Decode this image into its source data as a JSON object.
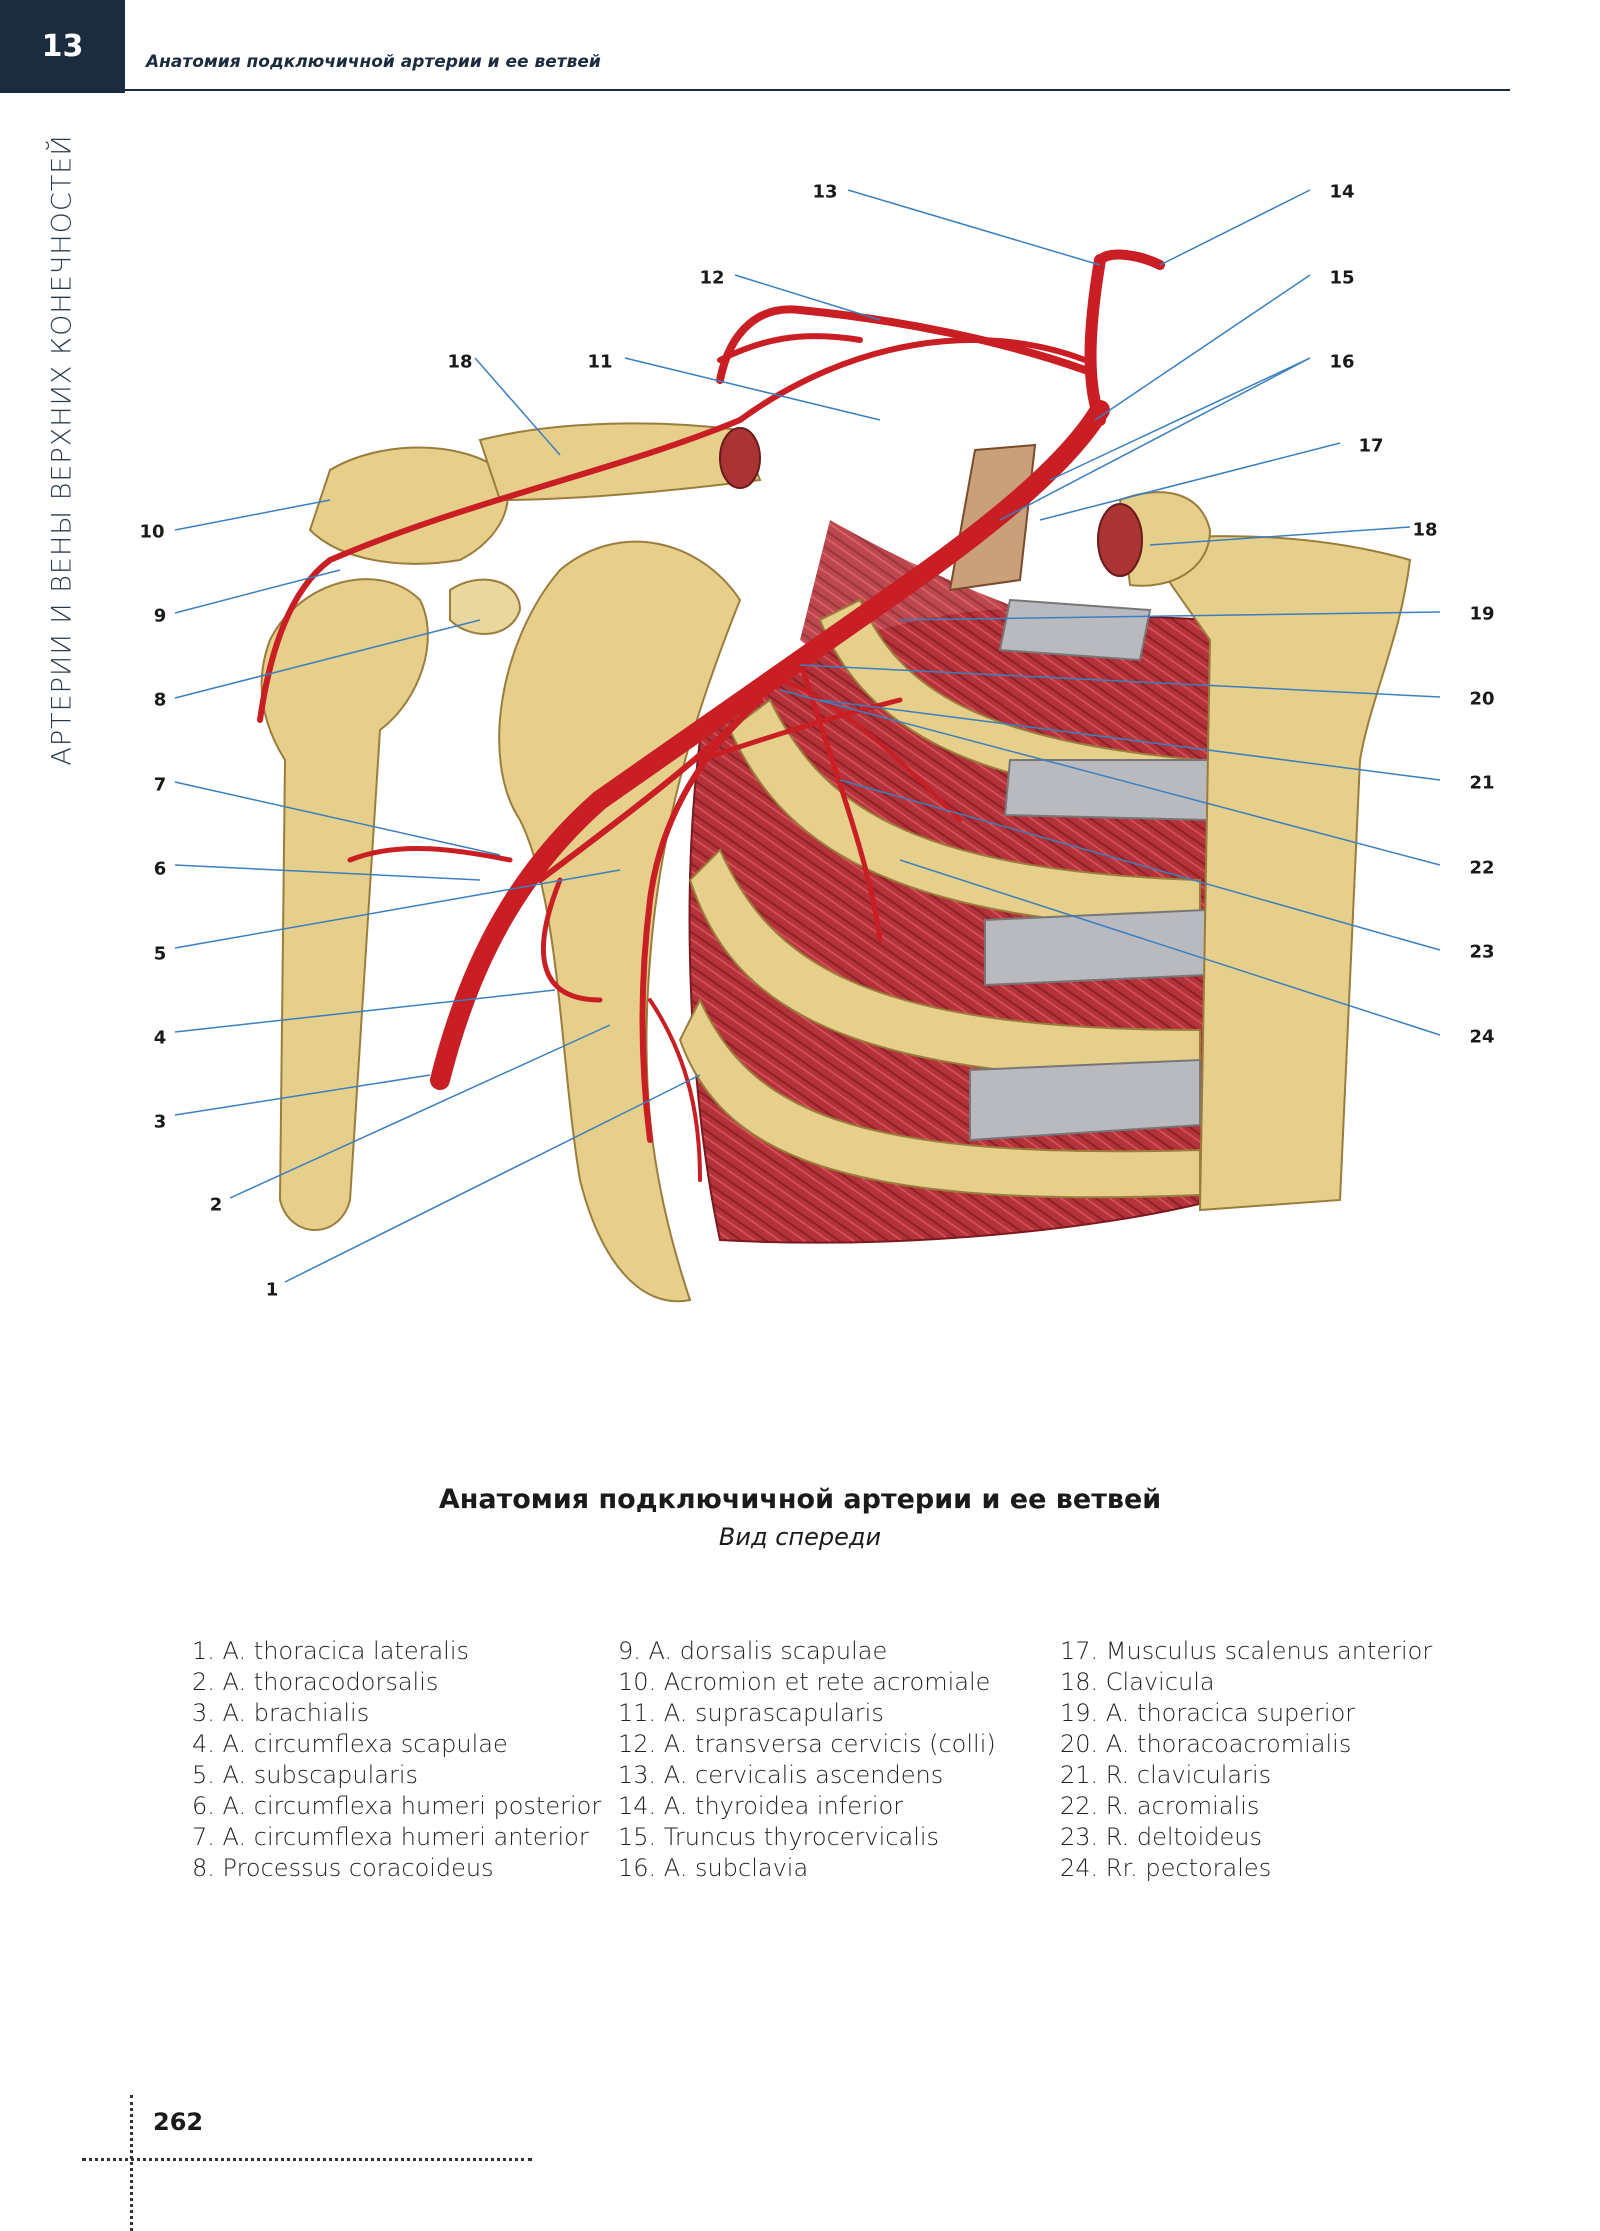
{
  "header": {
    "chapter_number": "13",
    "running_title": "Анатомия подключичной артерии и ее ветвей",
    "side_title": "АРТЕРИИ И ВЕНЫ ВЕРХНИХ КОНЕЧНОСТЕЙ"
  },
  "colors": {
    "navy": "#1b2c3e",
    "bone": "#e6cf8a",
    "artery": "#c81e24",
    "muscle": "#b4333a",
    "cartilage": "#b9b9c0",
    "leader": "#3a7fbf"
  },
  "figure": {
    "callouts": [
      "1",
      "2",
      "3",
      "4",
      "5",
      "6",
      "7",
      "8",
      "9",
      "10",
      "11",
      "12",
      "13",
      "14",
      "15",
      "16",
      "17",
      "18",
      "18",
      "19",
      "20",
      "21",
      "22",
      "23",
      "24"
    ],
    "title": "Анатомия подключичной артерии и ее ветвей",
    "subtitle": "Вид спереди"
  },
  "legend": {
    "col1": [
      "1. A. thoracica lateralis",
      "2. A. thoracodorsalis",
      "3. A. brachialis",
      "4. A. circumflexa scapulae",
      "5. A. subscapularis",
      "6. A. circumflexa humeri posterior",
      "7. A. circumflexa humeri anterior",
      "8. Processus coracoideus"
    ],
    "col2": [
      "9. A. dorsalis scapulae",
      "10. Acromion et rete acromiale",
      "11. A. suprascapularis",
      "12. A. transversa cervicis (colli)",
      "13. A. cervicalis ascendens",
      "14. A. thyroidea inferior",
      "15. Truncus thyrocervicalis",
      "16. A. subclavia"
    ],
    "col3": [
      "17. Musculus scalenus anterior",
      "18. Clavicula",
      "19. A. thoracica superior",
      "20. A. thoracoacromialis",
      "21. R. clavicularis",
      "22. R. acromialis",
      "23. R. deltoideus",
      "24. Rr. pectorales"
    ]
  },
  "footer": {
    "page_number": "262"
  }
}
